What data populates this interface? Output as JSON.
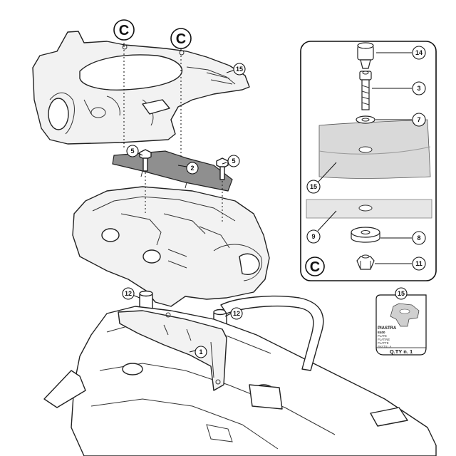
{
  "callouts": {
    "c_top_left": "C",
    "c_top_right": "C",
    "c_inset": "C",
    "n15_top": "15",
    "n5_left": "5",
    "n2": "2",
    "n5_right": "5",
    "n12_left": "12",
    "n12_right": "12",
    "n1": "1",
    "n14": "14",
    "n3": "3",
    "n7": "7",
    "n15_inset": "15",
    "n9": "9",
    "n8": "8",
    "n11": "11"
  },
  "product_card": {
    "number": "15",
    "name": "PIASTRA",
    "code": "E400",
    "translations": [
      "PLATE",
      "PLATINE",
      "PLATTE",
      "PASTILLA"
    ],
    "quantity": "Q.TY n. 1"
  },
  "colors": {
    "line": "#222222",
    "fill_light": "#f2f2f2",
    "plate_dark": "#8f8f8f",
    "inset_gray": "#d9d9d9"
  }
}
